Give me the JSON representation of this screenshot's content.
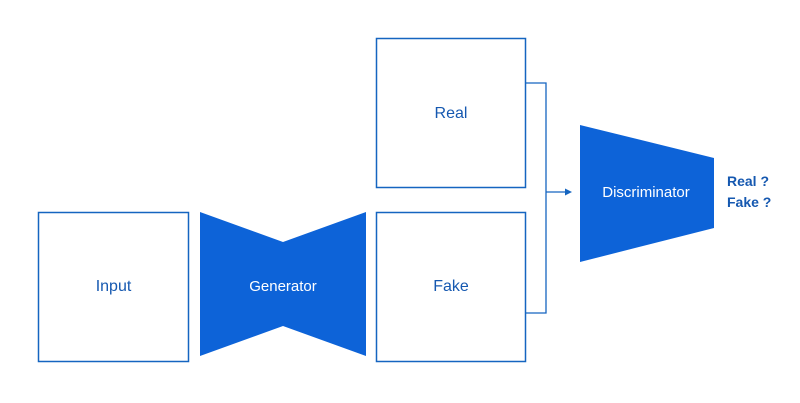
{
  "diagram": {
    "colors": {
      "accent": "#0d63d8",
      "stroke": "#1565c0",
      "text": "#1558b0",
      "background": "#ffffff"
    },
    "nodes": {
      "input": "Input",
      "generator": "Generator",
      "real": "Real",
      "fake": "Fake",
      "discriminator": "Discriminator"
    },
    "outputs": {
      "real": "Real ?",
      "fake": "Fake ?"
    }
  }
}
